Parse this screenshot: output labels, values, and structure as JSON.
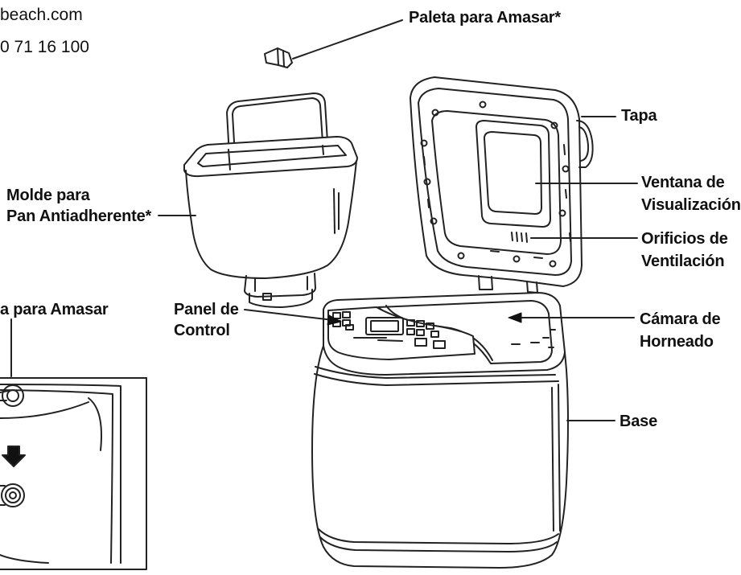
{
  "header": {
    "website": "beach.com",
    "phone": "0 71 16 100"
  },
  "labels": {
    "paleta": "Paleta para Amasar*",
    "tapa": "Tapa",
    "molde_line1": "Molde para",
    "molde_line2": "Pan Antiadherente*",
    "ventana_line1": "Ventana de",
    "ventana_line2": "Visualización",
    "orificios_line1": "Orificios de",
    "orificios_line2": "Ventilación",
    "paleta_inset": "a para Amasar",
    "panel_line1": "Panel de",
    "panel_line2": "Control",
    "camara_line1": "Cámara de",
    "camara_line2": "Horneado",
    "base": "Base"
  }
}
